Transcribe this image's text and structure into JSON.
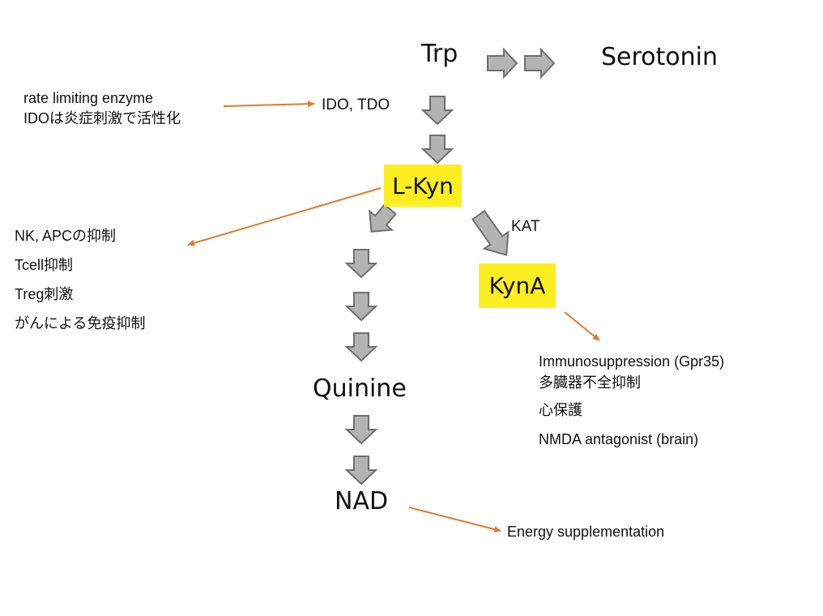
{
  "colors": {
    "highlight": "#fdee21",
    "pathway_arrow_fill": "#b3b3b3",
    "pathway_arrow_stroke": "#6f6f6f",
    "annotation_arrow": "#e07b2f",
    "text": "#111111"
  },
  "nodes": {
    "trp": "Trp",
    "serotonin": "Serotonin",
    "l_kyn": "L-Kyn",
    "kyn_a": "KynA",
    "quinine": "Quinine",
    "nad": "NAD"
  },
  "enzymes": {
    "ido_tdo": "IDO, TDO",
    "kat": "KAT"
  },
  "notes": {
    "rate_limiting": [
      "rate limiting enzyme",
      "IDOは炎症刺激で活性化"
    ],
    "lkyn_effects": [
      "NK, APCの抑制",
      "Tcell抑制",
      "Treg刺激",
      "がんによる免疫抑制"
    ],
    "kyna_effects": [
      "Immunosuppression (Gpr35)",
      "多臓器不全抑制",
      "心保護",
      "NMDA antagonist (brain)"
    ],
    "nad_effect": "Energy supplementation"
  }
}
